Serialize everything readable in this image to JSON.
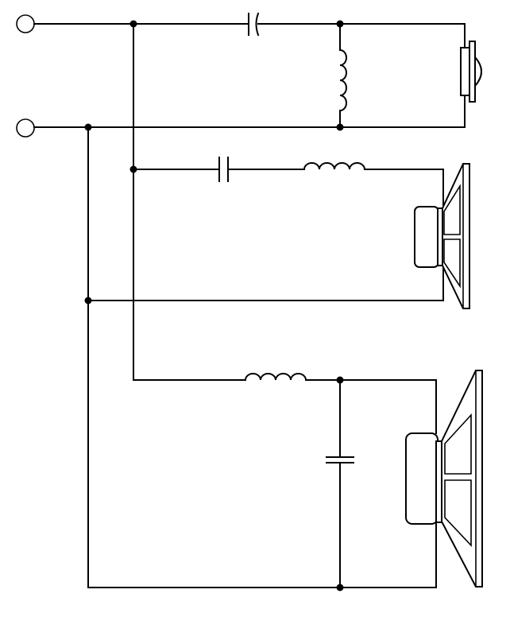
{
  "diagram": {
    "type": "three-way passive loudspeaker crossover schematic",
    "colors": {
      "background": "#ffffff",
      "line": "#000000"
    },
    "input_terminals": 2,
    "branches": [
      {
        "name": "tweeter",
        "components": [
          "series-capacitor",
          "shunt-inductor"
        ],
        "driver": "tweeter-icon"
      },
      {
        "name": "midrange",
        "components": [
          "series-capacitor",
          "series-inductor"
        ],
        "driver": "midrange-speaker-icon"
      },
      {
        "name": "woofer",
        "components": [
          "series-inductor",
          "shunt-capacitor"
        ],
        "driver": "woofer-speaker-icon"
      }
    ]
  }
}
